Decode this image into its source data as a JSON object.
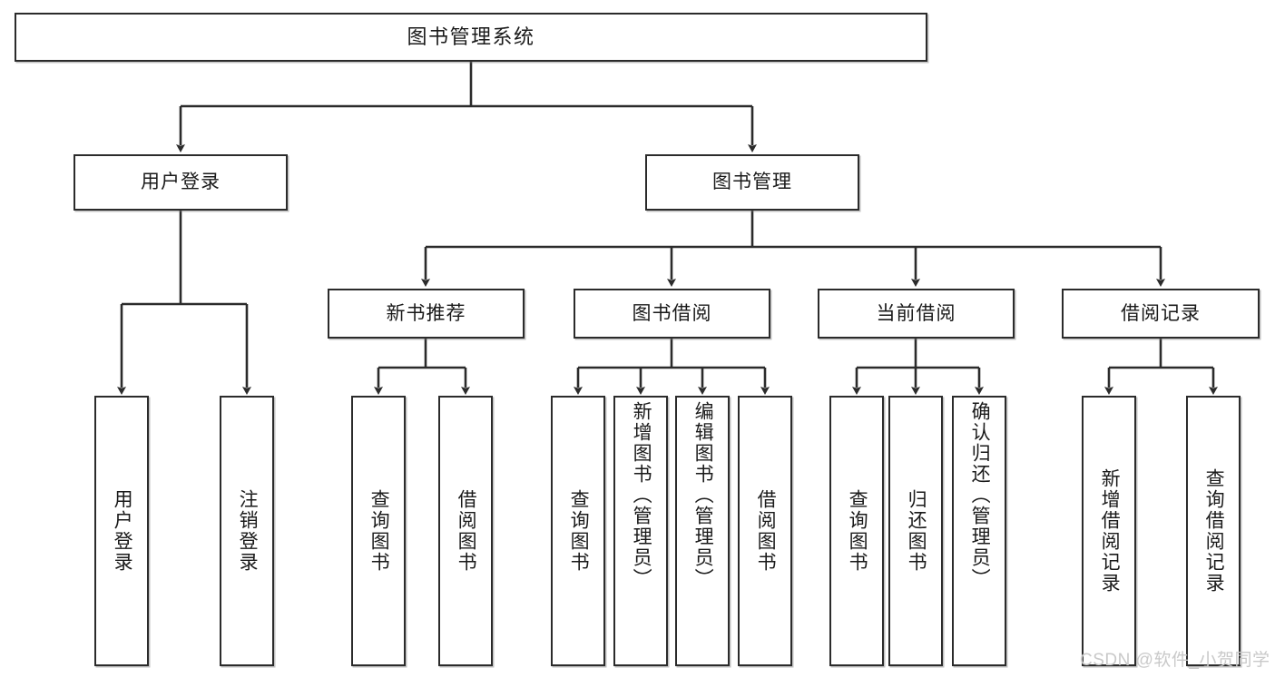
{
  "diagram": {
    "type": "tree",
    "title": "图书管理系统",
    "watermark": "CSDN @软件_小贺同学",
    "colors": {
      "stroke": "#2b2b2b",
      "fill": "#ffffff",
      "text": "#1a1a1a",
      "watermark": "#c9c9c9"
    },
    "levels": {
      "root": {
        "label": "图书管理系统"
      },
      "level2": [
        {
          "id": "user-login",
          "label": "用户登录"
        },
        {
          "id": "book-management",
          "label": "图书管理"
        }
      ],
      "level3": [
        {
          "id": "new-book-recommend",
          "label": "新书推荐",
          "parent": "book-management"
        },
        {
          "id": "book-borrow",
          "label": "图书借阅",
          "parent": "book-management"
        },
        {
          "id": "current-borrow",
          "label": "当前借阅",
          "parent": "book-management"
        },
        {
          "id": "borrow-record",
          "label": "借阅记录",
          "parent": "book-management"
        }
      ],
      "leaves": [
        {
          "id": "leaf-user-login",
          "label": "用户登录",
          "parent": "user-login"
        },
        {
          "id": "leaf-user-logout",
          "label": "注销登录",
          "parent": "user-login"
        },
        {
          "id": "leaf-query-book-1",
          "label": "查询图书",
          "parent": "new-book-recommend"
        },
        {
          "id": "leaf-borrow-book-1",
          "label": "借阅图书",
          "parent": "new-book-recommend"
        },
        {
          "id": "leaf-query-book-2",
          "label": "查询图书",
          "parent": "book-borrow"
        },
        {
          "id": "leaf-add-book",
          "label": "新增图书（管理员）",
          "parent": "book-borrow"
        },
        {
          "id": "leaf-edit-book",
          "label": "编辑图书（管理员）",
          "parent": "book-borrow"
        },
        {
          "id": "leaf-borrow-book-2",
          "label": "借阅图书",
          "parent": "book-borrow"
        },
        {
          "id": "leaf-query-book-3",
          "label": "查询图书",
          "parent": "current-borrow"
        },
        {
          "id": "leaf-return-book",
          "label": "归还图书",
          "parent": "current-borrow"
        },
        {
          "id": "leaf-confirm-return",
          "label": "确认归还（管理员）",
          "parent": "current-borrow"
        },
        {
          "id": "leaf-add-record",
          "label": "新增借阅记录",
          "parent": "borrow-record"
        },
        {
          "id": "leaf-query-record",
          "label": "查询借阅记录",
          "parent": "borrow-record"
        }
      ]
    }
  }
}
